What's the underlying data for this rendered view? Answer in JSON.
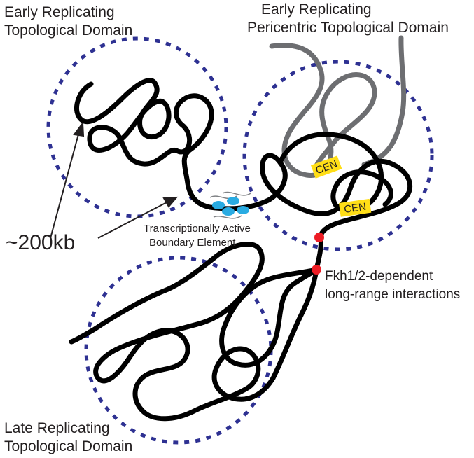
{
  "labels": {
    "early_domain_line1": "Early Replicating",
    "early_domain_line2": "Topological Domain",
    "pericentric_line1": "Early Replicating",
    "pericentric_line2": "Pericentric Topological Domain",
    "late_domain_line1": "Late Replicating",
    "late_domain_line2": "Topological Domain",
    "size": "~200kb",
    "boundary_line1": "Transcriptionally Active",
    "boundary_line2": "Boundary Element",
    "fkh_line1": "Fkh1/2-dependent",
    "fkh_line2": "long-range interactions",
    "cen": "CEN"
  },
  "colors": {
    "chromatin": "#000000",
    "pericentric_strand": "#6d6e71",
    "domain_circle": "#2e3192",
    "cen_box": "#ffde17",
    "interaction_dot": "#ed1c24",
    "boundary_protein": "#29abe2"
  }
}
